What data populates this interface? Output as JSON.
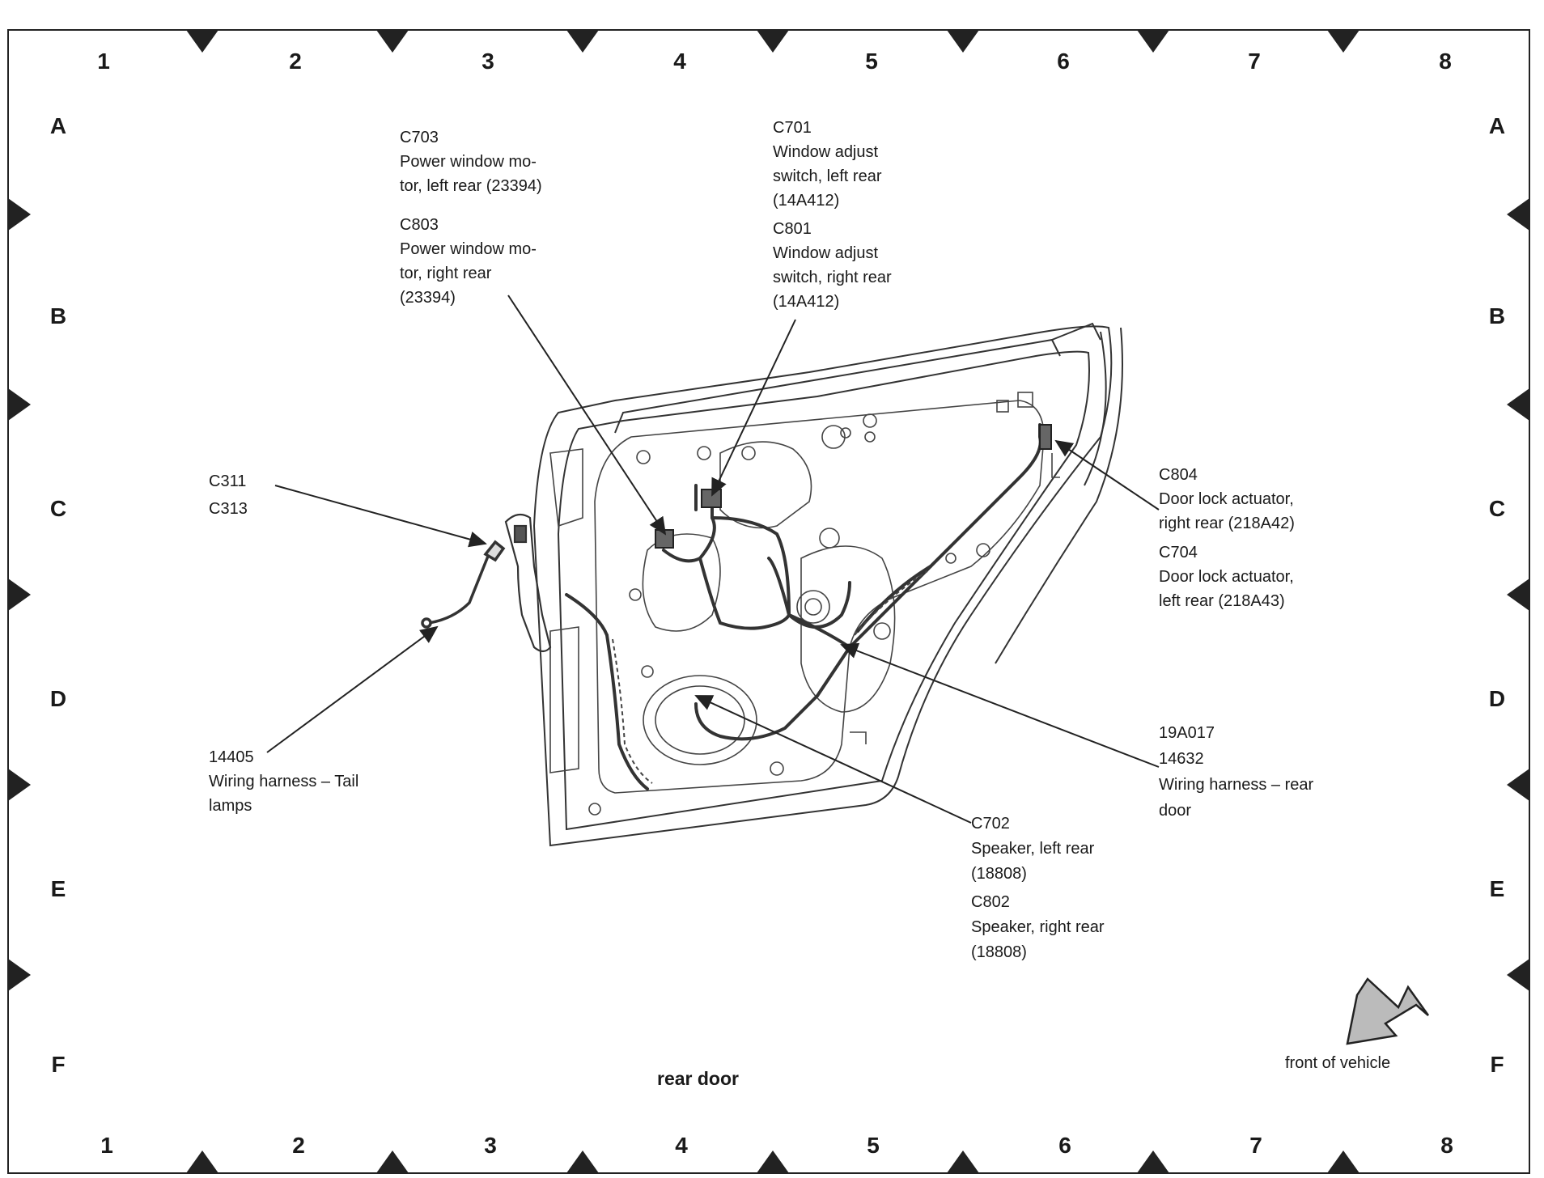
{
  "grid": {
    "columns": [
      "1",
      "2",
      "3",
      "4",
      "5",
      "6",
      "7",
      "8"
    ],
    "rows": [
      "A",
      "B",
      "C",
      "D",
      "E",
      "F"
    ]
  },
  "title": "rear door",
  "front_label": "front of vehicle",
  "callouts": {
    "c703": {
      "lines": [
        "C703",
        "Power window mo-",
        "tor, left rear (23394)"
      ]
    },
    "c803": {
      "lines": [
        "C803",
        "Power window mo-",
        "tor, right rear",
        "(23394)"
      ]
    },
    "c701": {
      "lines": [
        "C701",
        "Window adjust",
        "switch, left rear",
        "(14A412)"
      ]
    },
    "c801": {
      "lines": [
        "C801",
        "Window adjust",
        "switch, right rear",
        "(14A412)"
      ]
    },
    "c311": {
      "lines": [
        "C311",
        "C313"
      ]
    },
    "c804": {
      "lines": [
        "C804",
        "Door lock actuator,",
        "right rear (218A42)"
      ]
    },
    "c704": {
      "lines": [
        "C704",
        "Door lock actuator,",
        "left rear (218A43)"
      ]
    },
    "harness_tail": {
      "lines": [
        "14405",
        "Wiring harness – Tail",
        "lamps"
      ]
    },
    "harness_door": {
      "lines": [
        "19A017",
        "14632",
        "Wiring harness – rear",
        "door"
      ]
    },
    "c702": {
      "lines": [
        "C702",
        "Speaker, left rear",
        "(18808)"
      ]
    },
    "c802": {
      "lines": [
        "C802",
        "Speaker, right rear",
        "(18808)"
      ]
    }
  }
}
